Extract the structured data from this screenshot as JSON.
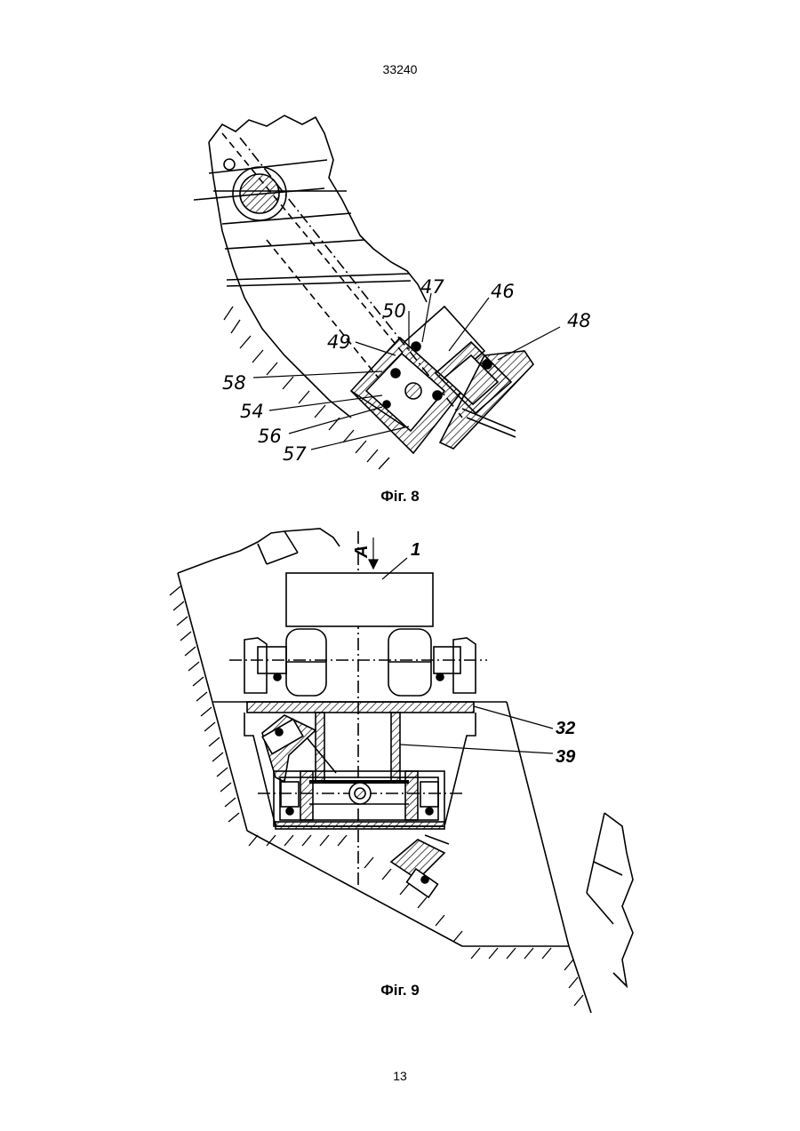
{
  "document": {
    "header_number": "33240",
    "page_number": "13"
  },
  "figures": [
    {
      "caption": "Фіг. 8",
      "labels": [
        "47",
        "46",
        "48",
        "50",
        "49",
        "58",
        "54",
        "56",
        "57"
      ]
    },
    {
      "caption": "Фіг. 9",
      "labels": [
        "A",
        "1",
        "32",
        "39"
      ]
    }
  ]
}
